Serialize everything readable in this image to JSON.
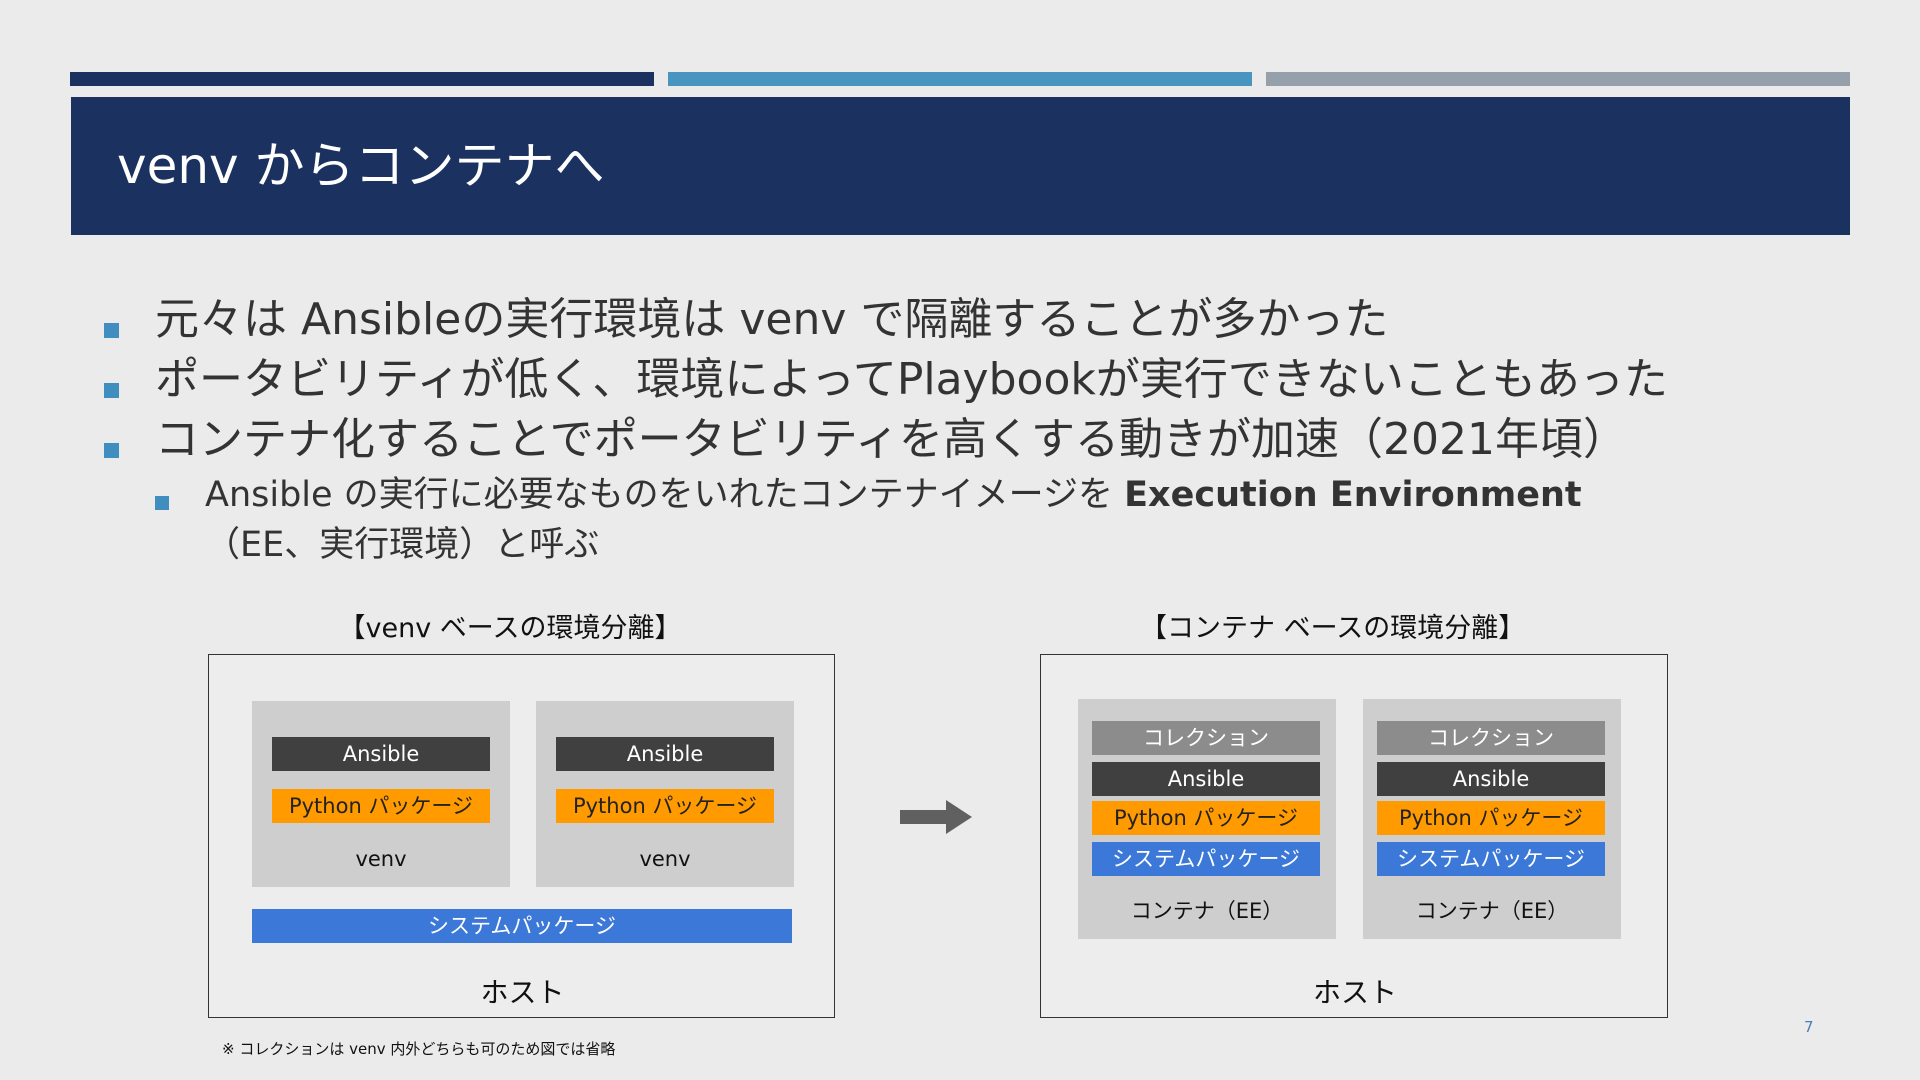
{
  "title": "venv からコンテナへ",
  "bullets": [
    "元々は Ansibleの実行環境は venv で隔離することが多かった",
    "ポータビリティが低く、環境によってPlaybookが実行できないこともあった",
    "コンテナ化することでポータビリティを高くする動きが加速（2021年頃）"
  ],
  "sub_bullet": {
    "prefix": "Ansible の実行に必要なものをいれたコンテナイメージを ",
    "bold": "Execution Environment",
    "line2": "（EE、実行環境）と呼ぶ"
  },
  "left_diagram": {
    "title": "【venv ベースの環境分離】",
    "ansible": "Ansible",
    "python_pkg": "Python パッケージ",
    "venv": "venv",
    "system_pkg": "システムパッケージ",
    "host": "ホスト"
  },
  "right_diagram": {
    "title": "【コンテナ ベースの環境分離】",
    "collection": "コレクション",
    "ansible": "Ansible",
    "python_pkg": "Python パッケージ",
    "system_pkg": "システムパッケージ",
    "container": "コンテナ（EE）",
    "host": "ホスト"
  },
  "arrow_icon": "right-arrow-icon",
  "footnote": "※ コレクションは venv 内外どちらも可のため図では省略",
  "page_number": "7",
  "colors": {
    "navy": "#1b3260",
    "blue_accent": "#4a94c0",
    "gray_accent": "#95a0aa",
    "ansible": "#404040",
    "python": "#ff9a00",
    "system": "#3b78d8",
    "collection": "#8c8c8c"
  }
}
